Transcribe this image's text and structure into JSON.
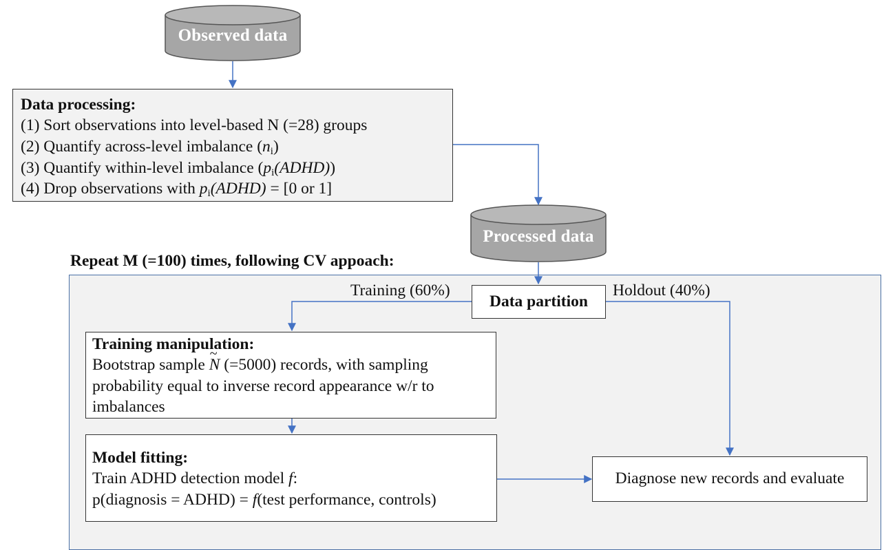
{
  "observed": {
    "label": "Observed data"
  },
  "processing": {
    "title": "Data processing:",
    "step1": "(1) Sort observations into level-based N (=28) groups",
    "step2_text": "(2) Quantify across-level imbalance (",
    "step2_var": "n",
    "step2_sub": "i",
    "step2_end": ")",
    "step3_text": "(3) Quantify within-level imbalance (",
    "step3_var": "p",
    "step3_sub": "i",
    "step3_var2": "(ADHD)",
    "step3_end": ")",
    "step4_text": "(4) Drop observations with ",
    "step4_var": "p",
    "step4_sub": "i",
    "step4_var2": "(ADHD)",
    "step4_end": " = [0 or 1]"
  },
  "processed": {
    "label": "Processed data"
  },
  "repeat_label": "Repeat M (=100) times, following CV appoach:",
  "partition": {
    "label": "Data partition",
    "training_edge": "Training (60%)",
    "holdout_edge": "Holdout (40%)"
  },
  "training": {
    "title": "Training manipulation:",
    "line1_pre": "Bootstrap sample ",
    "line1_var": "N",
    "line1_post": " (=5000) records, with sampling",
    "line2": "probability equal to inverse record appearance w/r to",
    "line3": "imbalances"
  },
  "model": {
    "title": "Model fitting:",
    "line1_pre": "Train ADHD detection model ",
    "line1_var": "f",
    "line1_post": ":",
    "line2_pre": "p(diagnosis = ADHD) = ",
    "line2_var": "f",
    "line2_post": "(test performance, controls)"
  },
  "diagnose": {
    "label": "Diagnose new records and evaluate"
  },
  "colors": {
    "arrow": "#4472c4",
    "cylinder": "#a6a6a6",
    "box_fill": "#f2f2f2"
  }
}
